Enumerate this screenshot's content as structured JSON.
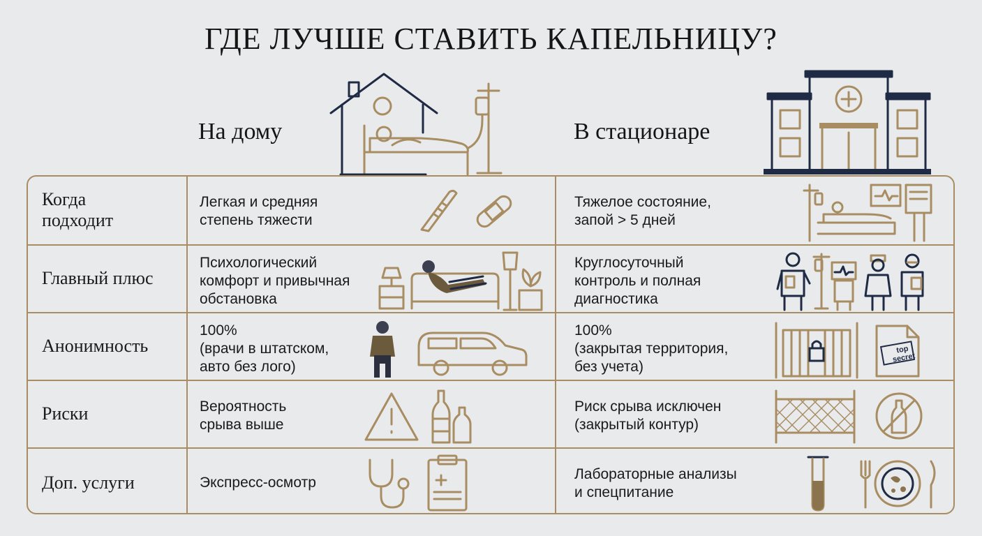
{
  "title": "ГДЕ ЛУЧШЕ СТАВИТЬ КАПЕЛЬНИЦУ?",
  "columns": {
    "home": "На дому",
    "hospital": "В стационаре"
  },
  "rows": [
    {
      "label": "Когда\nподходит",
      "home": "Легкая и средняя\nстепень тяжести",
      "hospital": "Тяжелое состояние,\nзапой > 5 дней"
    },
    {
      "label": "Главный плюс",
      "home": "Психологический\nкомфорт и привычная\nобстановка",
      "hospital": "Круглосуточный\nконтроль и полная\nдиагностика"
    },
    {
      "label": "Анонимность",
      "home": "100%\n(врачи в штатском,\nавто без лого)",
      "hospital": "100%\n(закрытая территория,\nбез учета)"
    },
    {
      "label": "Риски",
      "home": "Вероятность\nсрыва выше",
      "hospital": "Риск срыва исключен\n(закрытый контур)"
    },
    {
      "label": "Доп. услуги",
      "home": "Экспресс-осмотр",
      "hospital": "Лабораторные анализы\nи спецпитание"
    }
  ],
  "badge_text": "top\nsecret",
  "colors": {
    "accent_gold": "#a88c62",
    "navy": "#1f2a44",
    "background": "#e9eaec"
  },
  "icons": {
    "header_home": "house-with-iv-bed-icon",
    "header_hospital": "hospital-building-icon",
    "row1_home": [
      "thermometer-icon",
      "bandage-icon"
    ],
    "row1_hospital": [
      "hospital-bed-monitor-icon"
    ],
    "row2_home": [
      "lamp-icon",
      "sofa-person-icon",
      "floor-lamp-icon",
      "plant-icon"
    ],
    "row2_hospital": [
      "doctor-icon",
      "iv-stand-icon",
      "monitor-icon",
      "nurse-icon",
      "surgeon-icon"
    ],
    "row3_home": [
      "man-icon",
      "van-icon"
    ],
    "row3_hospital": [
      "locked-gate-icon",
      "top-secret-document-icon"
    ],
    "row4_home": [
      "warning-icon",
      "bottles-icon"
    ],
    "row4_hospital": [
      "fence-icon",
      "no-alcohol-icon"
    ],
    "row5_home": [
      "stethoscope-icon",
      "clipboard-icon"
    ],
    "row5_hospital": [
      "test-tube-icon",
      "meal-icon"
    ]
  }
}
